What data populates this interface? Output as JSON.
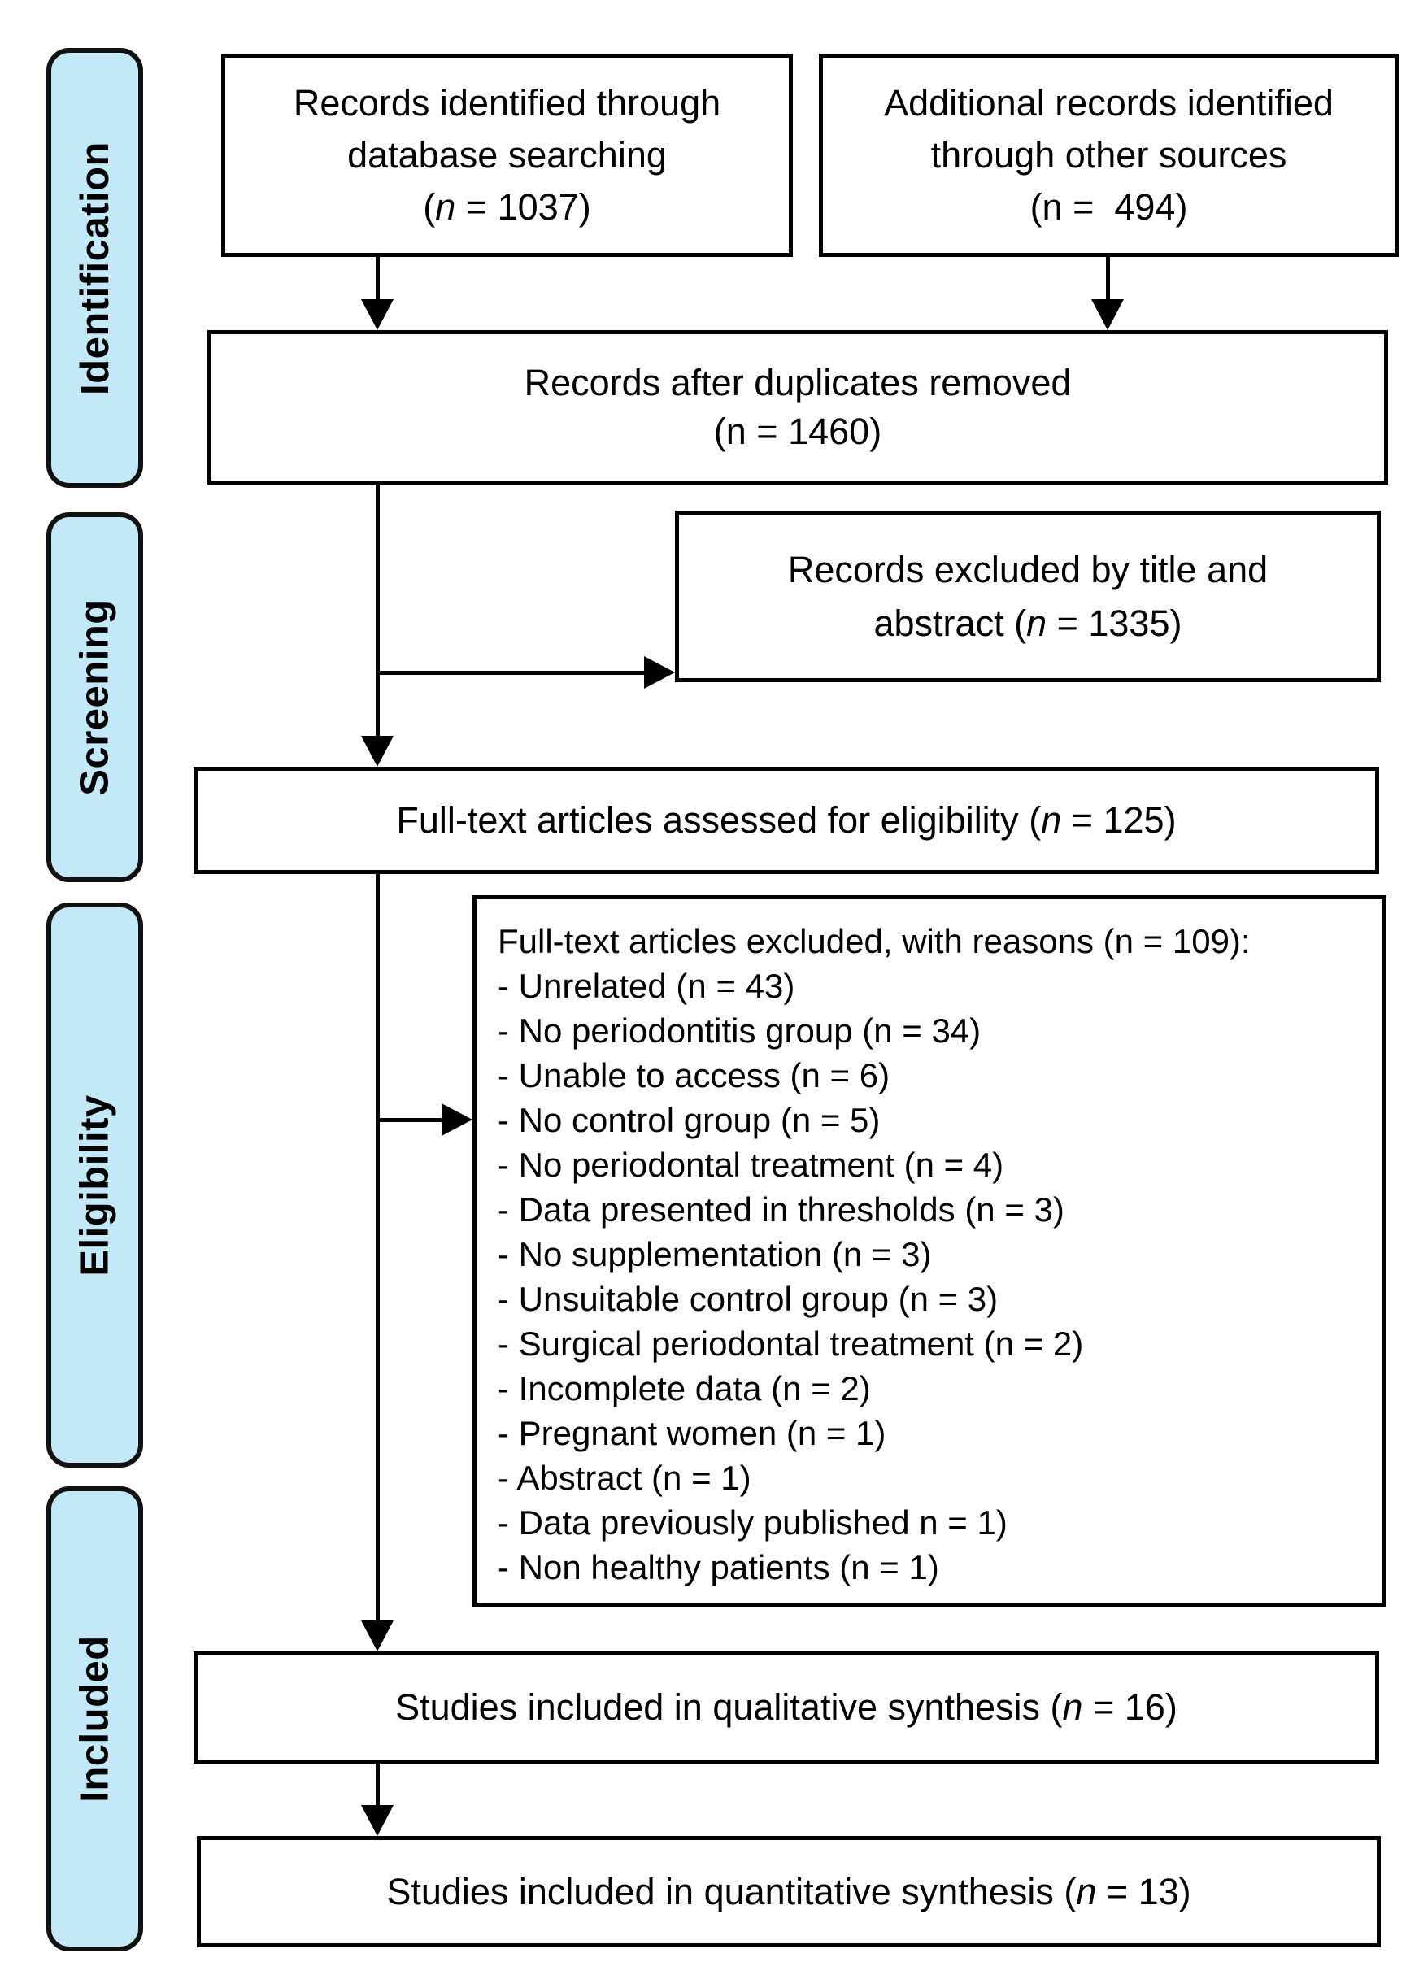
{
  "theme": {
    "background": "#ffffff",
    "box_fill": "#ffffff",
    "box_border": "#000000",
    "arrow_color": "#000000",
    "stage_fill": "#c3e8f8",
    "stage_border": "#111111",
    "text_color": "#000000"
  },
  "sidebar": {
    "items": [
      {
        "id": "identification",
        "label": "Identification"
      },
      {
        "id": "screening",
        "label": "Screening"
      },
      {
        "id": "eligibility",
        "label": "Eligibility"
      },
      {
        "id": "included",
        "label": "Included"
      }
    ]
  },
  "boxes": {
    "records_identified": {
      "lines": [
        [
          "Records identified through"
        ],
        [
          "database searching"
        ],
        [
          "(",
          "n",
          " = 1037)"
        ]
      ]
    },
    "additional_records": {
      "lines": [
        [
          "Additional records identified"
        ],
        [
          "through other sources"
        ],
        [
          "(n =  494)"
        ]
      ]
    },
    "duplicates_removed": {
      "lines": [
        [
          "Records after duplicates removed"
        ],
        [
          "(n = 1460)"
        ]
      ]
    },
    "records_excluded": {
      "lines": [
        [
          "Records excluded by title and"
        ],
        [
          "abstract (",
          "n",
          " = 1335)"
        ]
      ]
    },
    "fulltext_assessed": {
      "lines": [
        [
          "Full-text articles assessed for eligibility (",
          "n",
          " = 125)"
        ]
      ]
    },
    "fulltext_excluded": {
      "lines": [
        [
          "Full-text articles excluded, with reasons (n = 109):"
        ],
        [
          "- Unrelated (n = 43)"
        ],
        [
          "- No periodontitis group (n = 34)"
        ],
        [
          "- Unable to access (n = 6)"
        ],
        [
          "- No control group (n = 5)"
        ],
        [
          "- No periodontal treatment (n = 4)"
        ],
        [
          "- Data presented in thresholds (n = 3)"
        ],
        [
          "- No supplementation (n = 3)"
        ],
        [
          "- Unsuitable control group (n = 3)"
        ],
        [
          "- Surgical periodontal treatment (n = 2)"
        ],
        [
          "- Incomplete data (n = 2)"
        ],
        [
          "- Pregnant women (n = 1)"
        ],
        [
          "- Abstract (n = 1)"
        ],
        [
          "- Data previously published n = 1)"
        ],
        [
          "- Non healthy patients (n = 1)"
        ]
      ]
    },
    "qualitative": {
      "lines": [
        [
          "Studies included in qualitative synthesis (",
          "n",
          " = 16)"
        ]
      ]
    },
    "quantitative": {
      "lines": [
        [
          "Studies included in quantitative synthesis (",
          "n",
          " = 13)"
        ]
      ]
    }
  }
}
